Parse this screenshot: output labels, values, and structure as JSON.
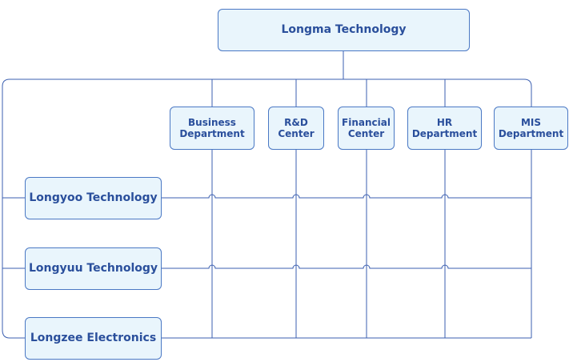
{
  "root": {
    "label": "Longma Technology"
  },
  "departments": [
    {
      "line1": "Business",
      "line2": "Department"
    },
    {
      "line1": "R&D",
      "line2": "Center"
    },
    {
      "line1": "Financial",
      "line2": "Center"
    },
    {
      "line1": "HR",
      "line2": "Department"
    },
    {
      "line1": "MIS",
      "line2": "Department"
    }
  ],
  "subsidiaries": [
    {
      "label": "Longyoo Technology"
    },
    {
      "label": "Longyuu Technology"
    },
    {
      "label": "Longzee Electronics"
    }
  ],
  "colors": {
    "line": "#3b5fb0",
    "box_fill": "#e9f5fc",
    "box_border": "#4a78c4",
    "text": "#2a4f9c"
  }
}
